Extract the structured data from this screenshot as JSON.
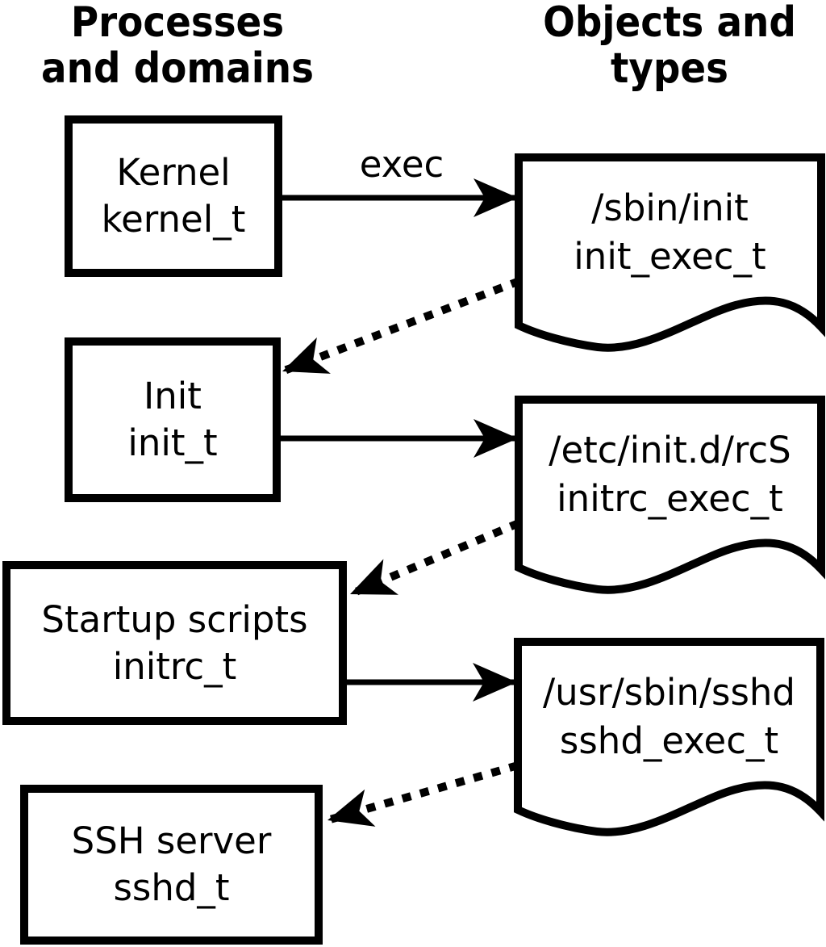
{
  "colors": {
    "foreground": "#000000",
    "background": "#ffffff"
  },
  "headers": {
    "left": {
      "line1": "Processes",
      "line2": "and domains"
    },
    "right": {
      "line1": "Objects and",
      "line2": "types"
    }
  },
  "processes": [
    {
      "name": "Kernel",
      "domain": "kernel_t"
    },
    {
      "name": "Init",
      "domain": "init_t"
    },
    {
      "name": "Startup scripts",
      "domain": "initrc_t"
    },
    {
      "name": "SSH server",
      "domain": "sshd_t"
    }
  ],
  "objects": [
    {
      "path": "/sbin/init",
      "type": "init_exec_t"
    },
    {
      "path": "/etc/init.d/rcS",
      "type": "initrc_exec_t"
    },
    {
      "path": "/usr/sbin/sshd",
      "type": "sshd_exec_t"
    }
  ],
  "edges": {
    "exec_label": "exec",
    "solid_exec_arrows": [
      {
        "from": "Kernel (kernel_t)",
        "to": "/sbin/init (init_exec_t)",
        "label": "exec"
      },
      {
        "from": "Init (init_t)",
        "to": "/etc/init.d/rcS (initrc_exec_t)"
      },
      {
        "from": "Startup scripts (initrc_t)",
        "to": "/usr/sbin/sshd (sshd_exec_t)"
      }
    ],
    "dotted_transition_arrows": [
      {
        "from": "/sbin/init (init_exec_t)",
        "to": "Init (init_t)"
      },
      {
        "from": "/etc/init.d/rcS (initrc_exec_t)",
        "to": "Startup scripts (initrc_t)"
      },
      {
        "from": "/usr/sbin/sshd (sshd_exec_t)",
        "to": "SSH server (sshd_t)"
      }
    ]
  }
}
